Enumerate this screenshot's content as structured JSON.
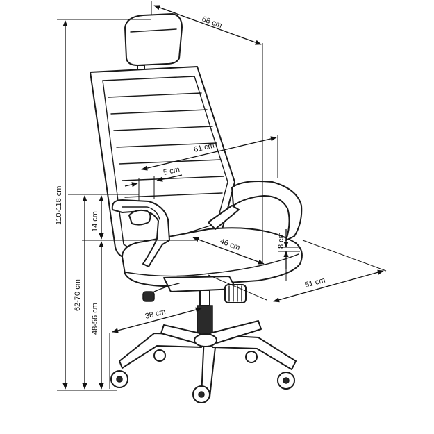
{
  "dimensions": {
    "overall_width": "68 cm",
    "backrest_height": "61 cm",
    "armrest_offset": "5 cm",
    "armrest_height": "14 cm",
    "seat_depth": "46 cm",
    "seat_thickness": "8 cm",
    "base_depth": "51 cm",
    "total_height": "110-118 cm",
    "armrest_floor_height": "62-70 cm",
    "seat_height": "48-56 cm",
    "base_radius": "38 cm"
  }
}
